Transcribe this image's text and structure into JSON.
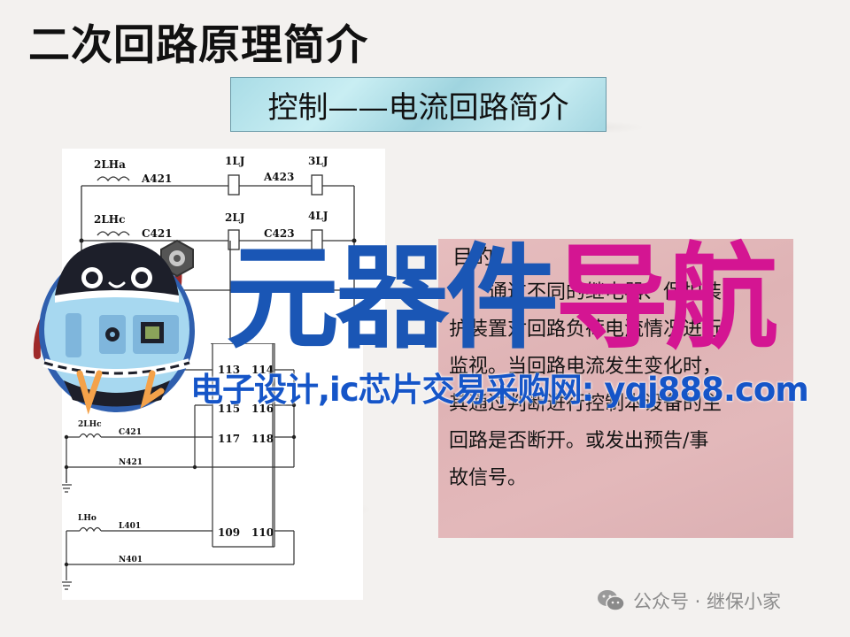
{
  "slide": {
    "title": "二次回路原理简介",
    "subtitle": "控制——电流回路简介"
  },
  "circuit_top": {
    "labels": {
      "ct_a": "2LHa",
      "ct_c": "2LHc",
      "wire_a1": "A421",
      "wire_a2": "A423",
      "wire_c1": "C421",
      "wire_c2": "C423",
      "relay_1": "1LJ",
      "relay_2": "2LJ",
      "relay_3": "3LJ",
      "relay_4": "4LJ"
    }
  },
  "circuit_bottom": {
    "labels": {
      "ct_c": "2LHc",
      "ct_o": "LHo",
      "wire_c": "C421",
      "wire_n": "N421",
      "wire_l0": "L401",
      "wire_n0": "N401"
    },
    "terminals": [
      "113",
      "114",
      "115",
      "116",
      "117",
      "118",
      "109",
      "110"
    ]
  },
  "purpose": {
    "heading": "目的",
    "lines": [
      "通过不同的继电器、保护装",
      "护装置对回路负荷电流情况进行",
      "监视。当回路电流发生变化时，",
      "其通过判断进行控制本设备的主",
      "回路是否断开。或发出预告/事",
      "故信号。"
    ]
  },
  "watermark": {
    "title_blue": "元器件",
    "title_pink": "导航",
    "subtitle": "电子设计,ic芯片交易采购网: yqj888.com",
    "colors": {
      "blue": "#1a56b5",
      "pink": "#d41592"
    }
  },
  "footer": {
    "icon": "wechat-icon",
    "text": "公众号 · 继保小家"
  }
}
